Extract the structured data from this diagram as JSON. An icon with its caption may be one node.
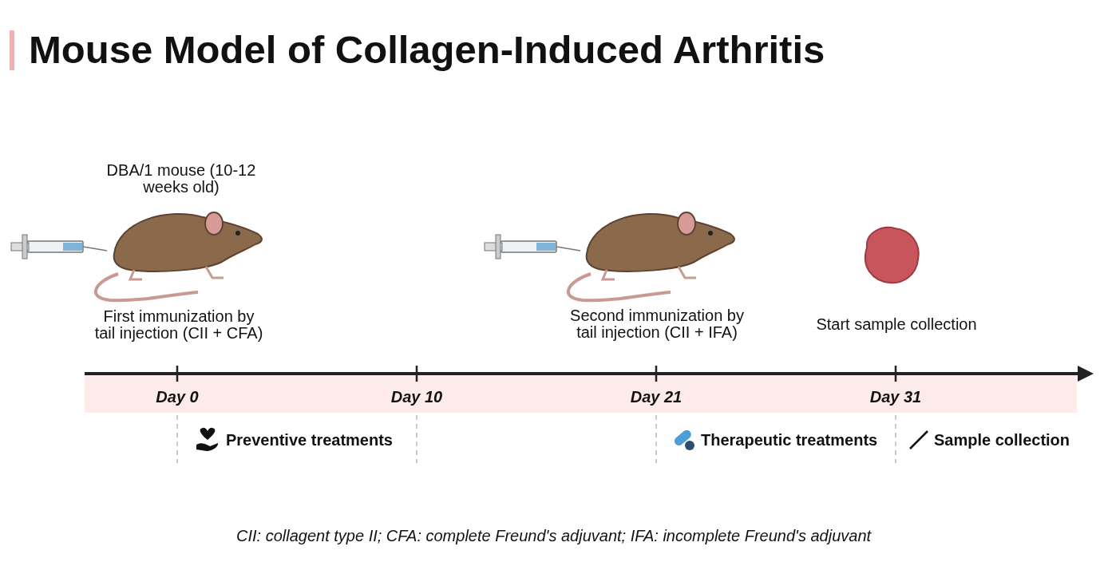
{
  "diagram": {
    "title": "Mouse Model of Collagen-Induced Arthritis",
    "labels": [
      "DBA/1 mouse (10-12 weeks old)",
      "First immunization by tail injection (CII + CFA)",
      "Second immunization by tail injection (CII + IFA)",
      "Start sample collection",
      "Day 0",
      "Day 10",
      "Day 21",
      "Day 31",
      "Preventive treatments",
      "Therapeutic treatments",
      "Sample collection"
    ],
    "caption": "CII: collagent type II; CFA: complete Freund's adjuvant; IFA: incomplete Freund's adjuvant"
  }
}
